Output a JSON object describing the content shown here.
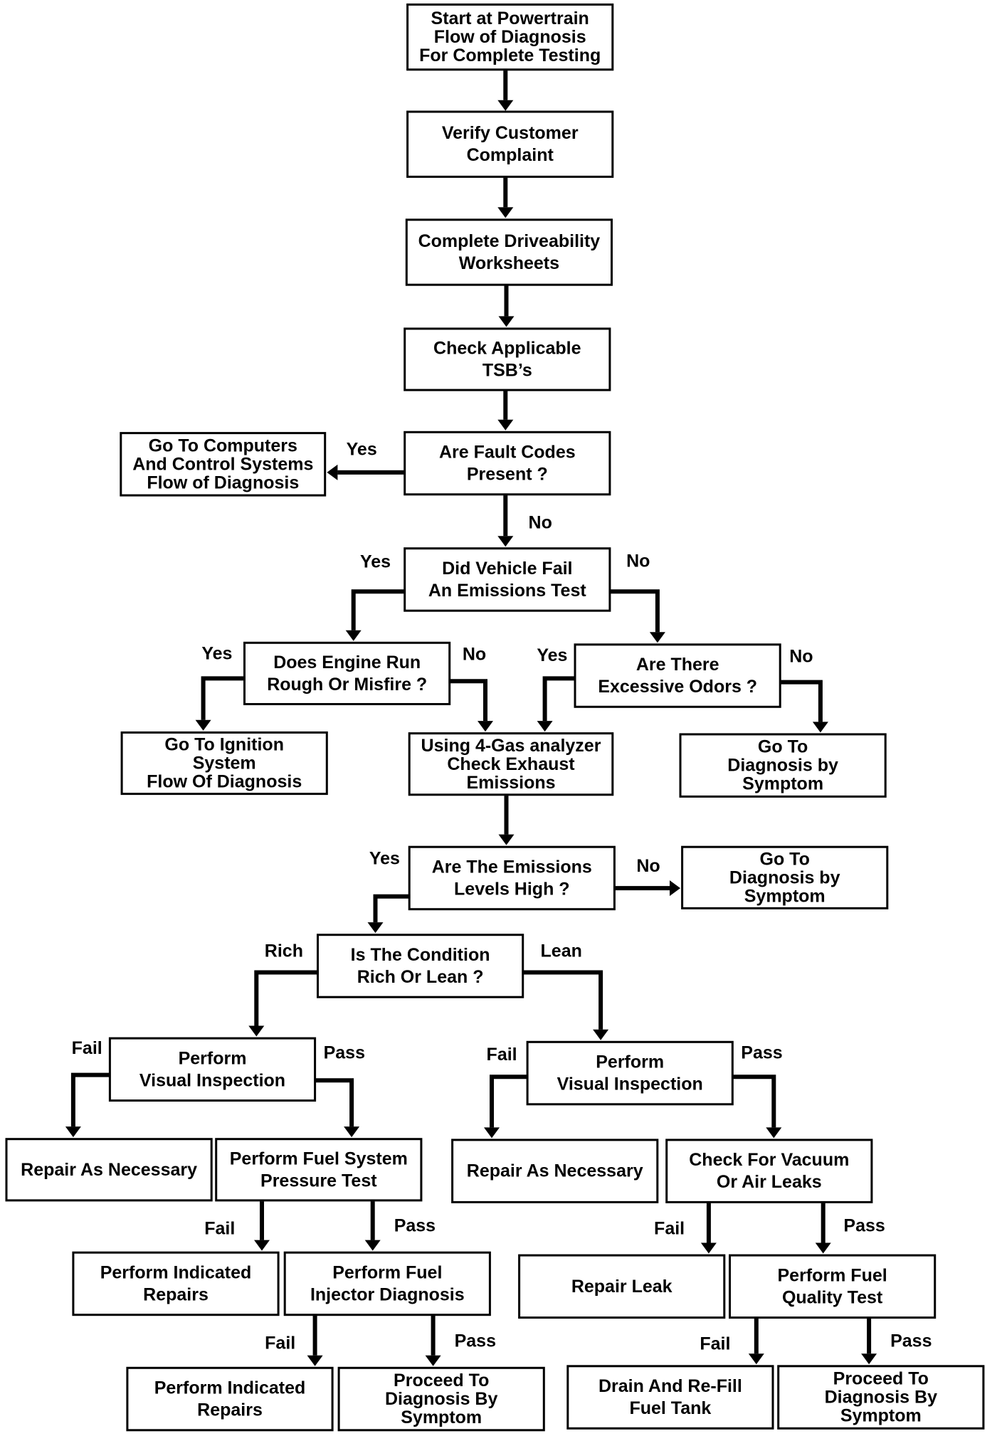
{
  "nodes": {
    "start": [
      "Start at Powertrain",
      "Flow of Diagnosis",
      "For Complete Testing"
    ],
    "verify": [
      "Verify Customer",
      "Complaint"
    ],
    "worksheets": [
      "Complete Driveability",
      "Worksheets"
    ],
    "tsb": [
      "Check Applicable",
      "TSB’s"
    ],
    "fault_codes": [
      "Are Fault Codes",
      "Present ?"
    ],
    "computers": [
      "Go To Computers",
      "And Control Systems",
      "Flow of Diagnosis"
    ],
    "emissions_test": [
      "Did Vehicle Fail",
      "An Emissions Test"
    ],
    "rough": [
      "Does Engine Run",
      "Rough Or Misfire ?"
    ],
    "odors": [
      "Are There",
      "Excessive Odors ?"
    ],
    "ignition": [
      "Go To Ignition",
      "System",
      "Flow Of Diagnosis"
    ],
    "analyzer": [
      "Using 4-Gas analyzer",
      "Check Exhaust",
      "Emissions"
    ],
    "symptom1": [
      "Go To",
      "Diagnosis by",
      "Symptom"
    ],
    "levels_high": [
      "Are The Emissions",
      "Levels High ?"
    ],
    "symptom2": [
      "Go To",
      "Diagnosis by",
      "Symptom"
    ],
    "rich_lean": [
      "Is The Condition",
      "Rich Or Lean ?"
    ],
    "visual_rich": [
      "Perform",
      "Visual Inspection"
    ],
    "visual_lean": [
      "Perform",
      "Visual Inspection"
    ],
    "repair_rich": [
      "Repair As Necessary"
    ],
    "fuel_pressure": [
      "Perform Fuel System",
      "Pressure Test"
    ],
    "repair_lean": [
      "Repair As Necessary"
    ],
    "vacuum": [
      "Check For Vacuum",
      "Or Air Leaks"
    ],
    "indicated1": [
      "Perform Indicated",
      "Repairs"
    ],
    "injector": [
      "Perform Fuel",
      "Injector Diagnosis"
    ],
    "repair_leak": [
      "Repair  Leak"
    ],
    "fuel_quality": [
      "Perform Fuel",
      "Quality Test"
    ],
    "indicated2": [
      "Perform Indicated",
      "Repairs"
    ],
    "proceed1": [
      "Proceed To",
      "Diagnosis By",
      "Symptom"
    ],
    "drain": [
      "Drain And Re-Fill",
      "Fuel Tank"
    ],
    "proceed2": [
      "Proceed To",
      "Diagnosis By",
      "Symptom"
    ]
  },
  "edge_labels": {
    "fault_yes": "Yes",
    "fault_no": "No",
    "emissions_yes": "Yes",
    "emissions_no": "No",
    "rough_yes": "Yes",
    "rough_no": "No",
    "odors_yes": "Yes",
    "odors_no": "No",
    "levels_yes": "Yes",
    "levels_no": "No",
    "rich": "Rich",
    "lean": "Lean",
    "visual_rich_fail": "Fail",
    "visual_rich_pass": "Pass",
    "visual_lean_fail": "Fail",
    "visual_lean_pass": "Pass",
    "pressure_fail": "Fail",
    "pressure_pass": "Pass",
    "vacuum_fail": "Fail",
    "vacuum_pass": "Pass",
    "injector_fail": "Fail",
    "injector_pass": "Pass",
    "quality_fail": "Fail",
    "quality_pass": "Pass"
  },
  "colors": {
    "stroke": "#000000",
    "fill": "#ffffff",
    "text": "#000000"
  }
}
